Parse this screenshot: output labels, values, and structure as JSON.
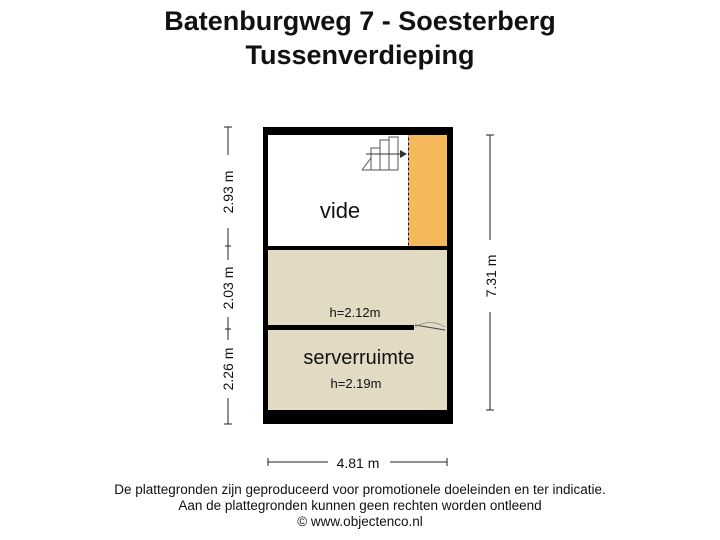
{
  "title": {
    "line1": "Batenburgweg 7 - Soesterberg",
    "line2": "Tussenverdieping"
  },
  "rooms": [
    {
      "name": "vide",
      "height_label": ""
    },
    {
      "name": "",
      "height_label": "h=2.12m"
    },
    {
      "name": "serverruimte",
      "height_label": "h=2.19m"
    }
  ],
  "dimensions": {
    "left_top": "2.93 m",
    "left_middle": "2.03 m",
    "left_bottom": "2.26 m",
    "right_total": "7.31 m",
    "bottom_width": "4.81 m"
  },
  "colors": {
    "wall": "#000000",
    "floor": "#e2dac3",
    "void": "#ffffff",
    "accent": "#f5b85b"
  },
  "footer": {
    "line1": "De plattegronden zijn geproduceerd voor promotionele doeleinden en ter indicatie.",
    "line2": "Aan de plattegronden kunnen geen rechten worden ontleend",
    "line3": "© www.objectenco.nl"
  }
}
